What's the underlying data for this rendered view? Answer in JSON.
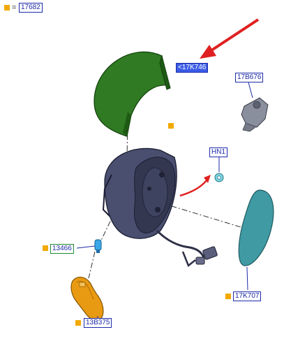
{
  "legend": {
    "symbol": "=",
    "part_number": "17682"
  },
  "callouts": {
    "cover": "<17K746",
    "bracket": "17B676",
    "clip": "HN1",
    "bulb": "13466",
    "glass": "17K707",
    "lamp": "13B375"
  },
  "colors": {
    "cover": "#2f7a22",
    "housing": "#3b3f5c",
    "glass": "#3f9aa3",
    "lamp": "#e89a12",
    "accent_arrow": "#e02020",
    "callout_border": "#1c2aa8",
    "callout_fill": "#3a5ce6",
    "marker": "#f2a900"
  }
}
